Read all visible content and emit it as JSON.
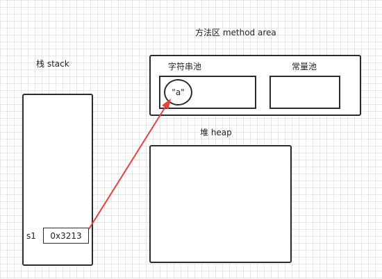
{
  "method_area": {
    "title": "方法区 method area",
    "string_pool": {
      "title": "字符串池",
      "literal": "\"a\""
    },
    "constant_pool": {
      "title": "常量池"
    }
  },
  "stack": {
    "title": "栈  stack",
    "variable": {
      "name": "s1",
      "value": "0x3213"
    }
  },
  "heap": {
    "title": "堆   heap"
  },
  "colors": {
    "arrow": "#e8403f",
    "border": "#2b2b2b",
    "grid": "#e6e6e6"
  }
}
